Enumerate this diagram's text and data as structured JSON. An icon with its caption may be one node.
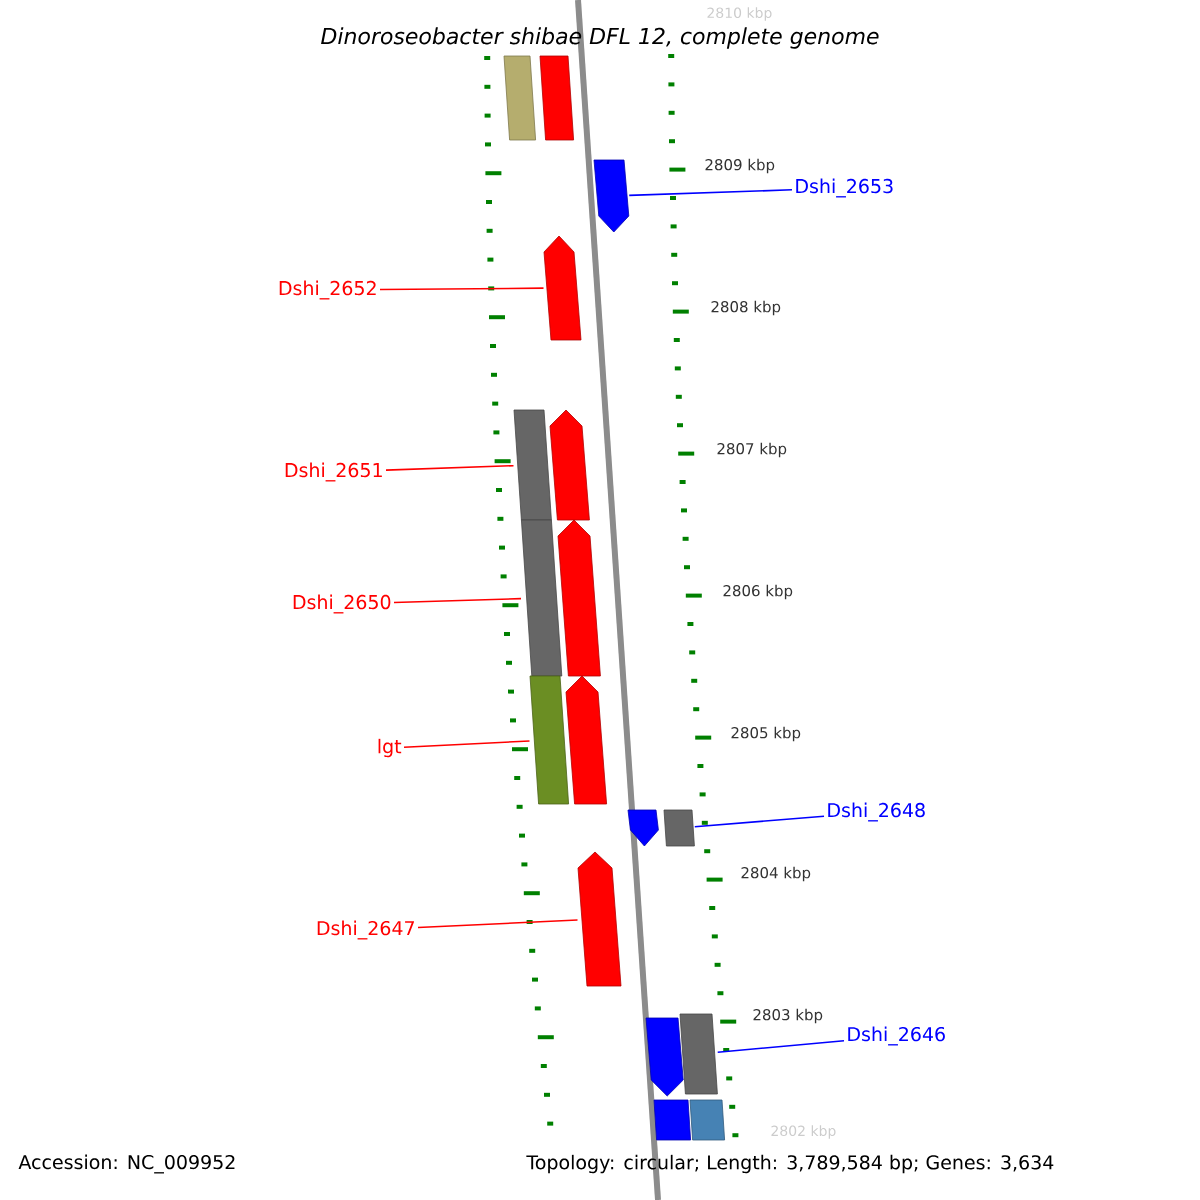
{
  "diagram": {
    "title": "Dinoroseobacter shibae DFL 12, complete genome",
    "nodes": [
      {
        "text": [
          "Dshi_2653"
        ]
      },
      {
        "text": [],
        "shape": "arrow"
      },
      {
        "text": [
          "Dshi_2652"
        ]
      },
      {
        "text": [],
        "shape": "arrow"
      },
      {
        "text": [
          "Dshi_2651"
        ]
      },
      {
        "text": [],
        "shape": "bar"
      },
      {
        "text": [
          "Dshi_2650"
        ]
      },
      {
        "text": [],
        "shape": "bar"
      },
      {
        "text": [
          "lgt"
        ]
      },
      {
        "text": [],
        "shape": "bar"
      },
      {
        "text": [
          "Dshi_2648"
        ]
      },
      {
        "text": [],
        "shape": "bar"
      },
      {
        "text": [
          "Dshi_2647"
        ]
      },
      {
        "text": [],
        "shape": "arrow"
      },
      {
        "text": [
          "Dshi_2646"
        ]
      },
      {
        "text": [],
        "shape": "bar"
      },
      {
        "text": [],
        "shape": "bar"
      },
      {
        "text": [],
        "shape": "arrow"
      },
      {
        "text": [],
        "shape": "arrow"
      },
      {
        "text": [],
        "shape": "arrow"
      },
      {
        "text": [],
        "shape": "arrow"
      },
      {
        "text": [],
        "shape": "arrow"
      },
      {
        "text": [],
        "shape": "arrow"
      },
      {
        "text": [],
        "shape": "arrow"
      },
      {
        "text": [],
        "shape": "bar"
      }
    ],
    "edges": [
      {
        "from": 0,
        "to": 1,
        "arrow": "none",
        "color": "#0000ff"
      },
      {
        "from": 2,
        "to": 3,
        "arrow": "none"
      },
      {
        "from": 4,
        "to": 5,
        "arrow": "none"
      },
      {
        "from": 6,
        "to": 7,
        "arrow": "none"
      },
      {
        "from": 8,
        "to": 9,
        "arrow": "none"
      },
      {
        "from": 10,
        "to": 11,
        "arrow": "none",
        "color": "#0000ff"
      },
      {
        "from": 12,
        "to": 13,
        "arrow": "none"
      },
      {
        "from": 14,
        "to": 15,
        "arrow": "none",
        "color": "#0000ff"
      }
    ],
    "labels": [
      "2810 kbp",
      "2809 kbp",
      "2808 kbp",
      "2807 kbp",
      "2806 kbp",
      "2805 kbp",
      "2804 kbp",
      "2803 kbp",
      "2802 kbp",
      "Accession: NC_009952",
      "Topology: circular; Length: 3,789,584 bp; Genes: 3,634"
    ]
  }
}
